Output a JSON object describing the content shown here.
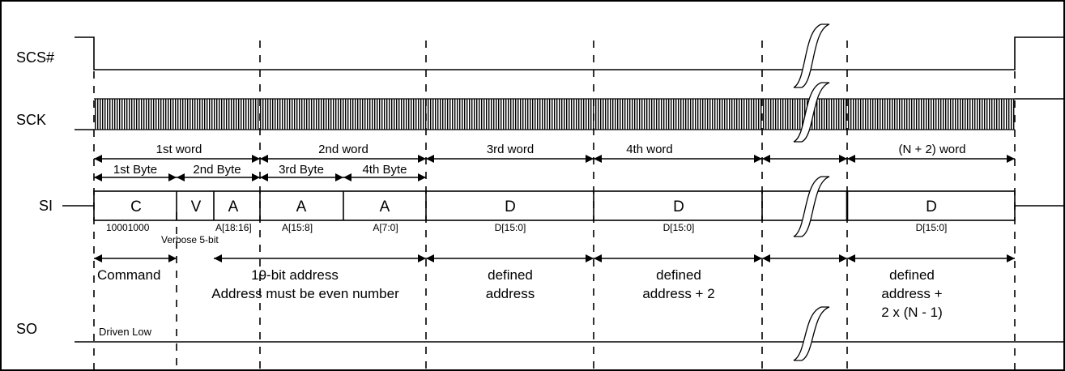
{
  "signals": {
    "scs": "SCS#",
    "sck": "SCK",
    "si": "SI",
    "so": "SO"
  },
  "words": {
    "w1": "1st word",
    "w2": "2nd word",
    "w3": "3rd word",
    "w4": "4th word",
    "wn": "(N + 2) word"
  },
  "bytes": {
    "b1": "1st Byte",
    "b2": "2nd Byte",
    "b3": "3rd Byte",
    "b4": "4th Byte"
  },
  "si_cells": {
    "c": "C",
    "v": "V",
    "a1": "A",
    "a2": "A",
    "a3": "A",
    "d1": "D",
    "d2": "D",
    "dn": "D"
  },
  "si_notes": {
    "cmd_bits": "10001000",
    "verbose": "Verbose 5-bit",
    "a_hi": "A[18:16]",
    "a_mid": "A[15:8]",
    "a_lo": "A[7:0]",
    "d1": "D[15:0]",
    "d2": "D[15:0]",
    "dn": "D[15:0]"
  },
  "descriptions": {
    "command": "Command",
    "addr_line1": "19-bit address",
    "addr_line2": "Address must be even number",
    "def1_line1": "defined",
    "def1_line2": "address",
    "def2_line1": "defined",
    "def2_line2": "address + 2",
    "defn_line1": "defined",
    "defn_line2": "address +",
    "defn_line3": "2 x (N - 1)",
    "driven_low": "Driven Low"
  },
  "colors": {
    "line": "#000000",
    "background": "#ffffff"
  }
}
